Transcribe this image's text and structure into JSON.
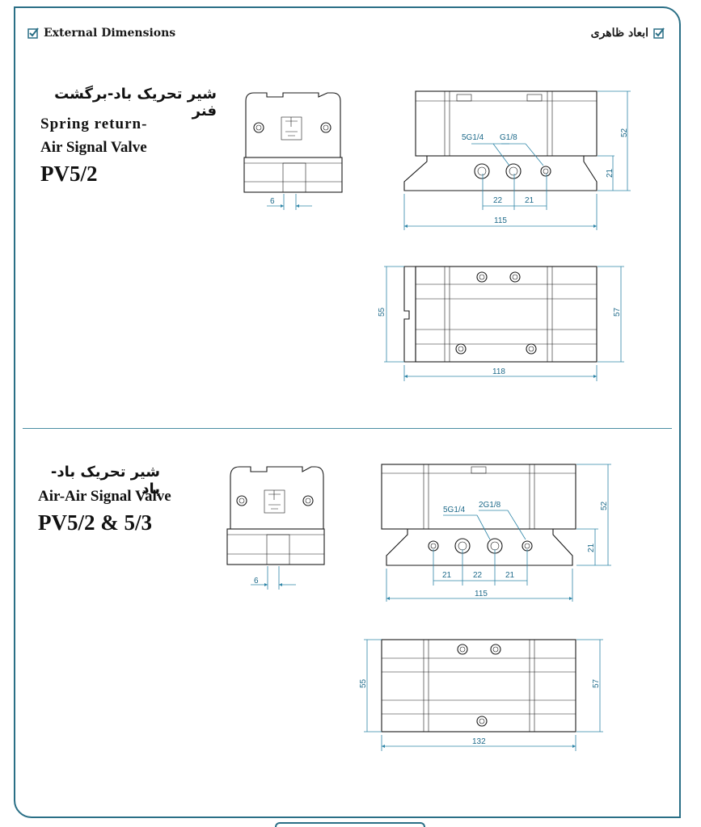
{
  "header": {
    "left_title": "External Dimensions",
    "right_title": "ابعاد ظاهری"
  },
  "section1": {
    "title_fa": "شیر تحریک باد-برگشت فنر",
    "title_en_line1": "Spring return-",
    "title_en_line2": "Air Signal Valve",
    "model": "PV5/2",
    "front": {
      "dim_slot": "6"
    },
    "side": {
      "port_main": "5G1/4",
      "port_pilot": "G1/8",
      "dim_height": "52",
      "dim_base": "21",
      "dim_spacing_a": "22",
      "dim_spacing_b": "21",
      "dim_length": "115"
    },
    "top": {
      "dim_width_left": "55",
      "dim_width_right": "57",
      "dim_length": "118"
    }
  },
  "section2": {
    "title_fa": "شیر تحریک باد-باد",
    "title_en": "Air-Air Signal Valve",
    "model": "PV5/2 & 5/3",
    "front": {
      "dim_slot": "6"
    },
    "side": {
      "port_main": "5G1/4",
      "port_pilot": "2G1/8",
      "dim_height": "52",
      "dim_base": "21",
      "dim_spacing_a": "21",
      "dim_spacing_b": "22",
      "dim_spacing_c": "21",
      "dim_length": "115"
    },
    "top": {
      "dim_width_left": "55",
      "dim_width_right": "57",
      "dim_length": "132"
    }
  },
  "colors": {
    "frame": "#2a6f86",
    "dimension": "#1e6a8a",
    "drawing": "#1a1a1a"
  },
  "icons": [
    "checkbox-checked-icon"
  ]
}
